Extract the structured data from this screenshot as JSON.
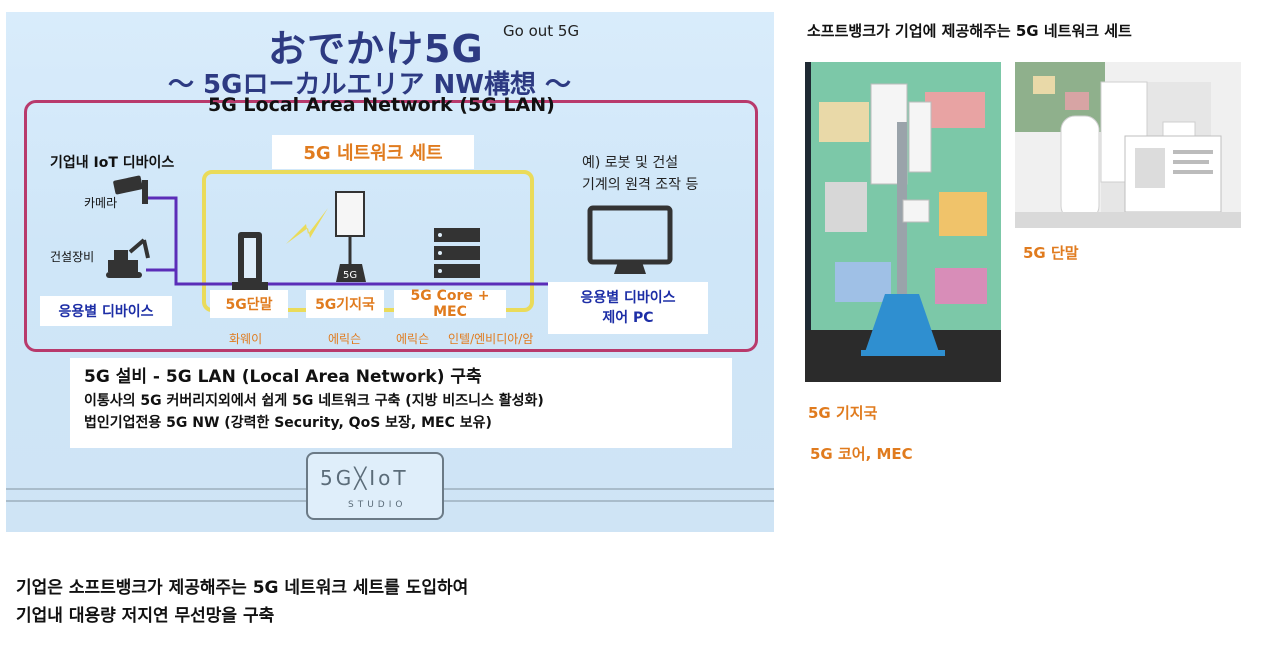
{
  "slide": {
    "title": "おでかけ5G",
    "subtitle_en": "Go out 5G",
    "concept": "～ 5Gローカルエリア NW構想 ～",
    "lan_en": "5G Local Area Network (5G LAN)",
    "network_set": "5G 네트워크 세트",
    "iot_header": "기업내  IoT 디바이스",
    "iot_camera": "카메라",
    "iot_equipment": "건설장비",
    "remote_example_line1": "예) 로봇 및 건설",
    "remote_example_line2": "기계의 원격 조작 등",
    "app_device_left": "응용별 디바이스",
    "terminal": "5G단말",
    "base_station": "5G기지국",
    "core_mec": "5G Core + MEC",
    "app_device_right_line1": "응용별 디바이스",
    "app_device_right_line2": "제어 PC",
    "base_station_badge": "5G",
    "vendor_terminal": "화웨이",
    "vendor_base": "에릭슨",
    "vendor_core": "에릭슨",
    "vendor_mec": "인텔/엔비디아/암",
    "info_title": "5G 설비 -   5G LAN (Local Area Network) 구축",
    "info_line1": "이통사의 5G 커버리지외에서 쉽게 5G 네트워크 구축 (지방 비즈니스 활성화)",
    "info_line2": "법인기업전용 5G NW (강력한 Security, QoS 보장, MEC 보유)",
    "studio_logo": "5G╳IoT",
    "studio_word": "STUDIO"
  },
  "right": {
    "heading": "소프트뱅크가 기업에 제공해주는 5G 네트워크 세트",
    "caption_terminal": "5G 단말",
    "caption_base": "5G 기지국",
    "caption_core": "5G 코어, MEC"
  },
  "bottom": {
    "line1": "기업은 소프트뱅크가 제공해주는 5G 네트워크 세트를 도입하여",
    "line2": "기업내 대용량 저지연 무선망을 구축"
  },
  "colors": {
    "slide_blue": "#2d3a82",
    "frame_pink": "#b83a6c",
    "frame_yellow": "#eadb5a",
    "accent_orange": "#e07b1e",
    "label_blue": "#1d2ea6",
    "link_purple": "#5b2db8",
    "pole_blue": "#2f8fd0"
  },
  "icons": [
    "camera-icon",
    "excavator-icon",
    "lightning-icon",
    "antenna-icon",
    "cpe-router-icon",
    "server-rack-icon",
    "monitor-icon"
  ]
}
